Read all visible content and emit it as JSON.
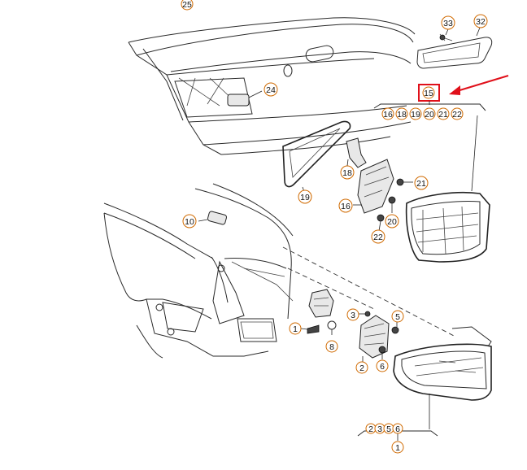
{
  "callouts": {
    "c1": "1",
    "c2": "2",
    "c3": "3",
    "c5": "5",
    "c6": "6",
    "c8": "8",
    "c10": "10",
    "c15": "15",
    "c16": "16",
    "c18": "18",
    "c19": "19",
    "c20": "20",
    "c21": "21",
    "c22": "22",
    "c24": "24",
    "c25": "25",
    "c32": "32",
    "c33": "33"
  },
  "group_upper": [
    "16",
    "18",
    "19",
    "20",
    "21",
    "22"
  ],
  "group_lower": [
    "2",
    "3",
    "5",
    "6"
  ],
  "colors": {
    "highlight": "#e0101a",
    "callout_ring": "#d06a00",
    "line": "#222222"
  }
}
